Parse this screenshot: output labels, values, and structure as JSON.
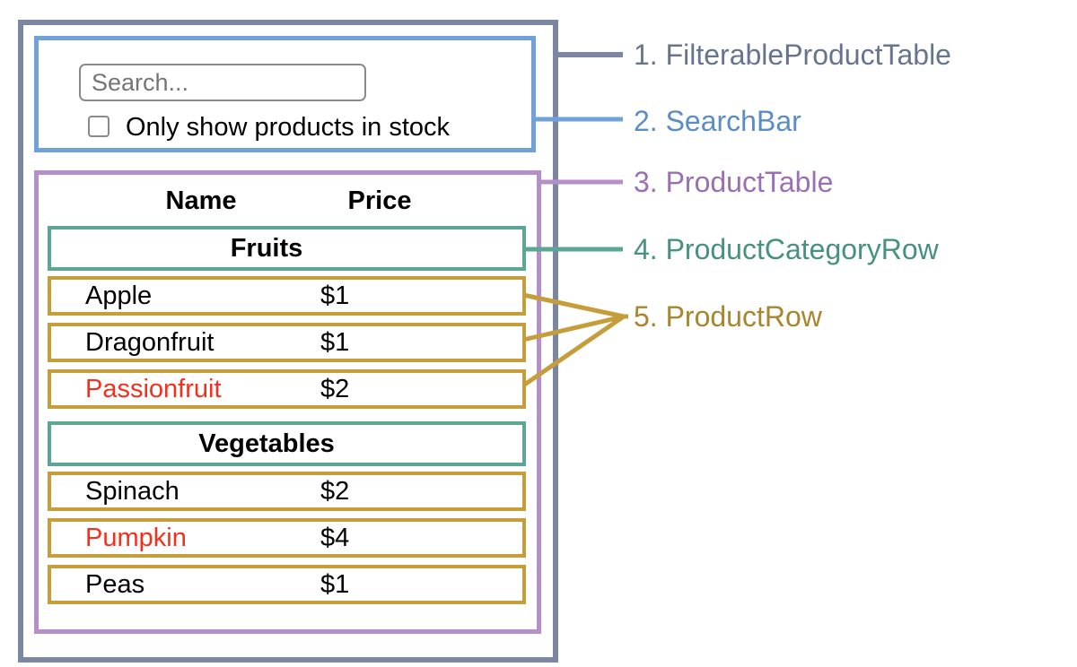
{
  "colors": {
    "slate_border": "#7b87a2",
    "slate_text": "#67748e",
    "blue_border": "#70a1d7",
    "blue_text": "#5b8dc5",
    "purple_border": "#b48fc8",
    "purple_text": "#9b6fb3",
    "teal_border": "#5ca695",
    "teal_text": "#47917f",
    "gold_border": "#c59d3b",
    "gold_text": "#a8862e",
    "out_of_stock_red": "#f4301c",
    "input_border_gray": "#8a8a8a",
    "placeholder_gray": "#757575"
  },
  "search_bar": {
    "placeholder": "Search...",
    "checkbox_label": "Only show products in stock",
    "checkbox_checked": false
  },
  "table": {
    "columns": [
      "Name",
      "Price"
    ],
    "sections": [
      {
        "category": "Fruits",
        "rows": [
          {
            "name": "Apple",
            "price": "$1",
            "out_of_stock": false
          },
          {
            "name": "Dragonfruit",
            "price": "$1",
            "out_of_stock": false
          },
          {
            "name": "Passionfruit",
            "price": "$2",
            "out_of_stock": true
          }
        ]
      },
      {
        "category": "Vegetables",
        "rows": [
          {
            "name": "Spinach",
            "price": "$2",
            "out_of_stock": false
          },
          {
            "name": "Pumpkin",
            "price": "$4",
            "out_of_stock": true
          },
          {
            "name": "Peas",
            "price": "$1",
            "out_of_stock": false
          }
        ]
      }
    ]
  },
  "legend": [
    {
      "number": "1.",
      "name": "FilterableProductTable",
      "color_key": "slate"
    },
    {
      "number": "2.",
      "name": "SearchBar",
      "color_key": "blue"
    },
    {
      "number": "3.",
      "name": "ProductTable",
      "color_key": "purple"
    },
    {
      "number": "4.",
      "name": "ProductCategoryRow",
      "color_key": "teal"
    },
    {
      "number": "5.",
      "name": "ProductRow",
      "color_key": "gold"
    }
  ]
}
